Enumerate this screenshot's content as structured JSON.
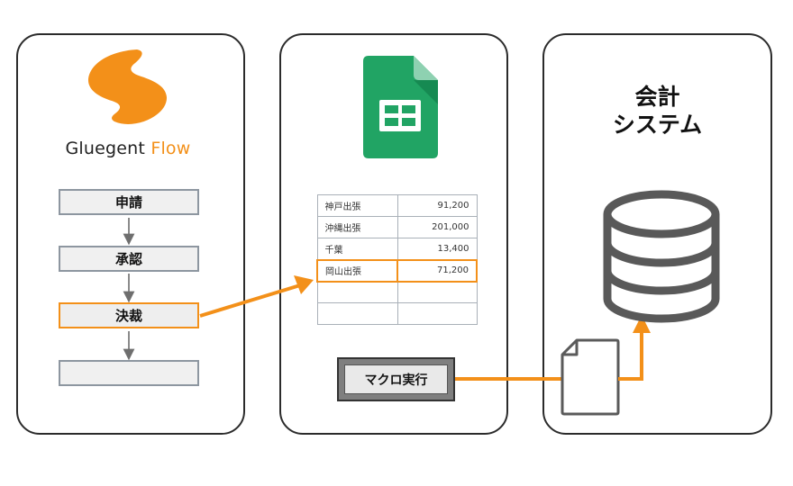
{
  "left_panel": {
    "brand_name_a": "Gluegent",
    "brand_name_b": "Flow",
    "steps": [
      {
        "label": "申請"
      },
      {
        "label": "承認"
      },
      {
        "label": "決裁"
      },
      {
        "label": ""
      }
    ]
  },
  "middle_panel": {
    "sheet_rows": [
      {
        "name": "神戸出張",
        "amount": "91,200"
      },
      {
        "name": "沖縄出張",
        "amount": "201,000"
      },
      {
        "name": "千葉",
        "amount": "13,400"
      },
      {
        "name": "岡山出張",
        "amount": "71,200"
      },
      {
        "name": "",
        "amount": ""
      },
      {
        "name": "",
        "amount": ""
      }
    ],
    "macro_button_label": "マクロ実行"
  },
  "right_panel": {
    "title_line1": "会計",
    "title_line2": "システム"
  },
  "colors": {
    "accent": "#f39019",
    "sheets_green": "#21a464",
    "database_gray": "#595959"
  }
}
